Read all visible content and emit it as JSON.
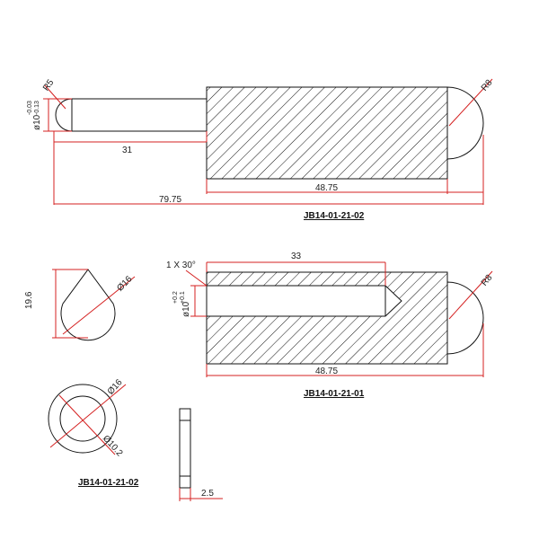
{
  "colors": {
    "dimension_line": "#d42020",
    "outline": "#111111",
    "background": "#ffffff"
  },
  "part_top": {
    "radius_tip": "R5",
    "dia_value": "ø10",
    "tol_upper": "-0.03",
    "tol_lower": "-0.13",
    "len_pin": "31",
    "len_body": "48.75",
    "len_total": "79.75",
    "radius_end": "R8",
    "part_number": "JB14-01-21-02"
  },
  "part_mid": {
    "chamfer": "1 X 30°",
    "hole_depth": "33",
    "radius_end": "R8",
    "dia_value": "ø10",
    "tol_upper": "+0.2",
    "tol_lower": "+0.1",
    "len_body": "48.75",
    "part_number": "JB14-01-21-01"
  },
  "end_view": {
    "height": "19.6",
    "diameter": "Ø16"
  },
  "washer": {
    "outer_dia": "Ø16",
    "inner_dia": "Ø10.2",
    "thickness": "2.5",
    "part_number": "JB14-01-21-02"
  }
}
